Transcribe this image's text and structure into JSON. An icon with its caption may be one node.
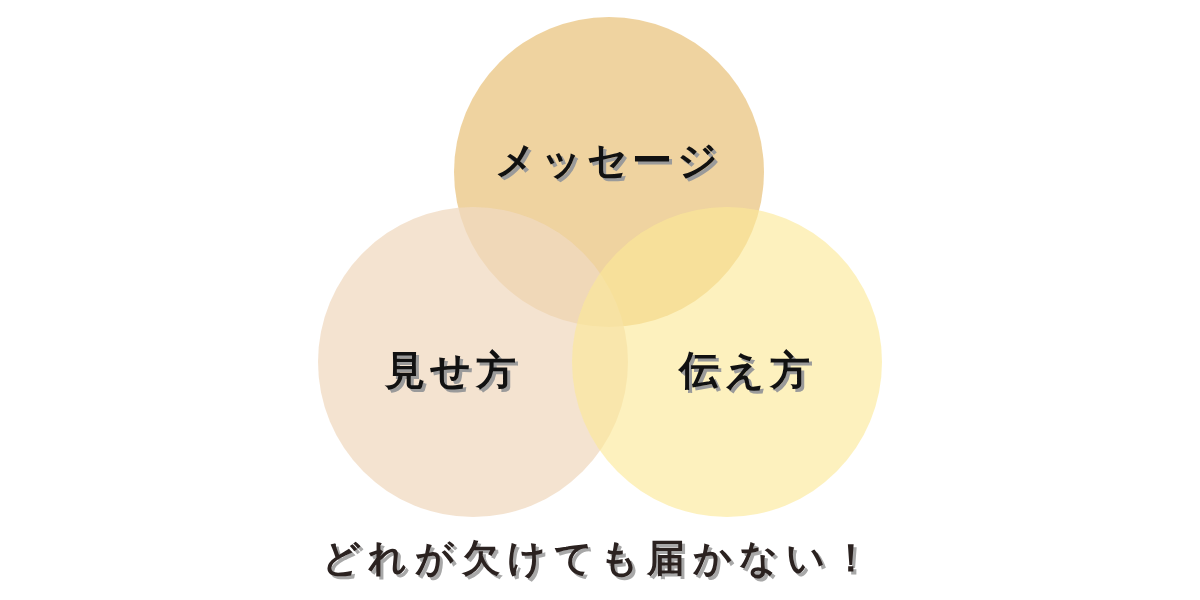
{
  "diagram": {
    "caption": "どれが欠けても届かない！",
    "nodes": [
      {
        "text": [
          "メッセージ"
        ]
      },
      {
        "text": [
          "見せ方"
        ]
      },
      {
        "text": [
          "伝え方"
        ]
      }
    ]
  }
}
